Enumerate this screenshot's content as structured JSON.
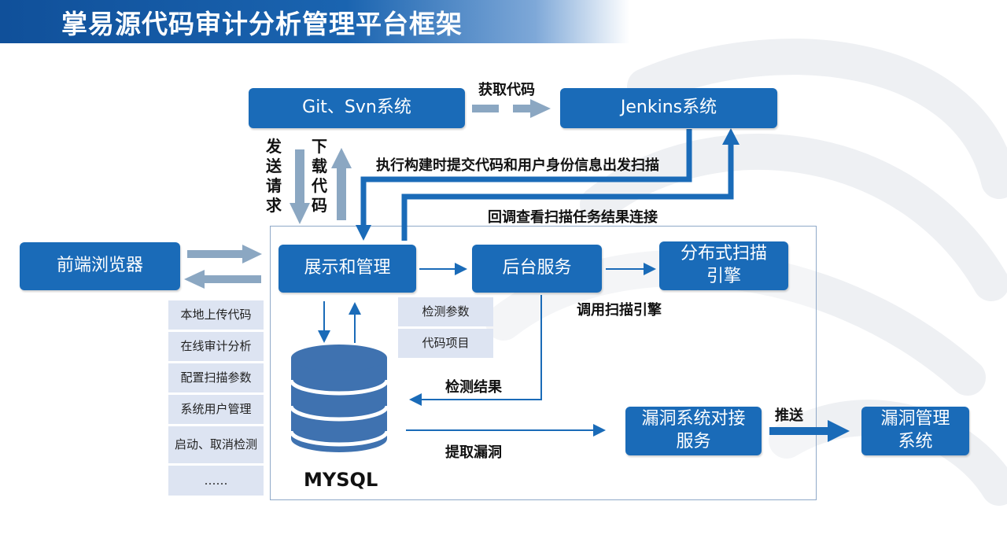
{
  "title": "掌易源代码审计分析管理平台框架",
  "colors": {
    "title_bar": "#1a64b0",
    "box_blue": "#1a6bb8",
    "arrow_gray": "#8ba7c2",
    "arrow_blue": "#1a6bb8",
    "side_box": "#dde4f2"
  },
  "nodes": {
    "git": "Git、Svn系统",
    "jenkins": "Jenkins系统",
    "frontend": "前端浏览器",
    "manage": "展示和管理",
    "backend": "后台服务",
    "engine": "分布式扫描引擎",
    "vuln_service": "漏洞系统对接服务",
    "vuln_mgmt": "漏洞管理系统",
    "db": "MYSQL"
  },
  "side_items": [
    "本地上传代码",
    "在线审计分析",
    "配置扫描参数",
    "系统用户管理",
    "启动、取消检测",
    "……"
  ],
  "params": [
    "检测参数",
    "代码项目"
  ],
  "edge_labels": {
    "fetch_code": "获取代码",
    "send_request": "发送请求",
    "download_code": "下载代码",
    "trigger_scan": "执行构建时提交代码和用户身份信息出发扫描",
    "callback": "回调查看扫描任务结果连接",
    "call_engine": "调用扫描引擎",
    "detect_result": "检测结果",
    "extract_vuln": "提取漏洞",
    "push": "推送"
  }
}
